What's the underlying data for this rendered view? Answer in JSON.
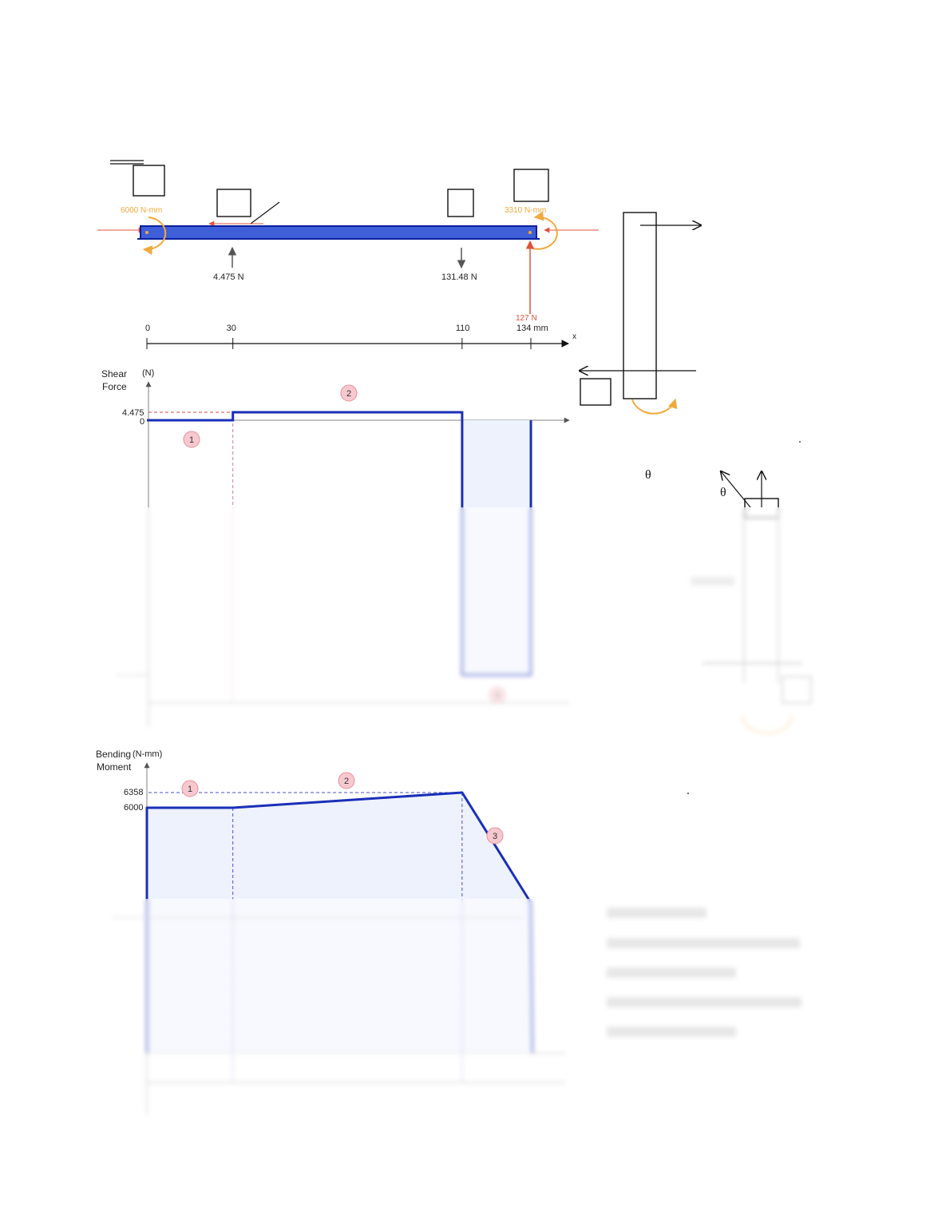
{
  "colors": {
    "beam": "#3f5fd8",
    "beam_edge": "#0a1f9e",
    "diagram_line": "#1a2fb8",
    "fill": "#eef2fc",
    "moment": "#f2a93b",
    "reaction": "#e0523a",
    "axis": "#808080",
    "badge": "#f6c9cf",
    "badge_edge": "#e98e9a"
  },
  "fbd": {
    "left_moment": "6000 N-mm",
    "right_moment": "3310 N-mm",
    "load_up": "4.475 N",
    "load_down": "131.48 N",
    "reaction": "127 N"
  },
  "position_axis": {
    "ticks": [
      "0",
      "30",
      "110",
      "134 mm"
    ],
    "var": "x"
  },
  "shear": {
    "label_line1": "Shear",
    "label_line2": "Force",
    "unit": "(N)",
    "tick_top": "4.475",
    "tick_zero": "0",
    "badges": [
      "1",
      "2"
    ]
  },
  "moment": {
    "label_line1": "Bending",
    "label_line2": "Moment",
    "unit": "(N-mm)",
    "tick_max": "6358",
    "tick_start": "6000",
    "badges": [
      "1",
      "2",
      "3"
    ]
  },
  "side": {
    "theta1": "θ",
    "theta2": "θ"
  },
  "chart_data": [
    {
      "type": "line",
      "title": "",
      "xlabel": "x (mm)",
      "ylabel": "Shear Force (N)",
      "x": [
        0,
        30,
        30,
        110,
        110,
        134
      ],
      "y": [
        0,
        0,
        4.475,
        4.475,
        -127,
        -127
      ],
      "segments": [
        "1",
        "2",
        "3"
      ]
    },
    {
      "type": "line",
      "title": "",
      "xlabel": "x (mm)",
      "ylabel": "Bending Moment (N-mm)",
      "x": [
        0,
        30,
        110,
        134
      ],
      "y": [
        6000,
        6000,
        6358,
        3310
      ],
      "segments": [
        "1",
        "2",
        "3"
      ]
    }
  ]
}
